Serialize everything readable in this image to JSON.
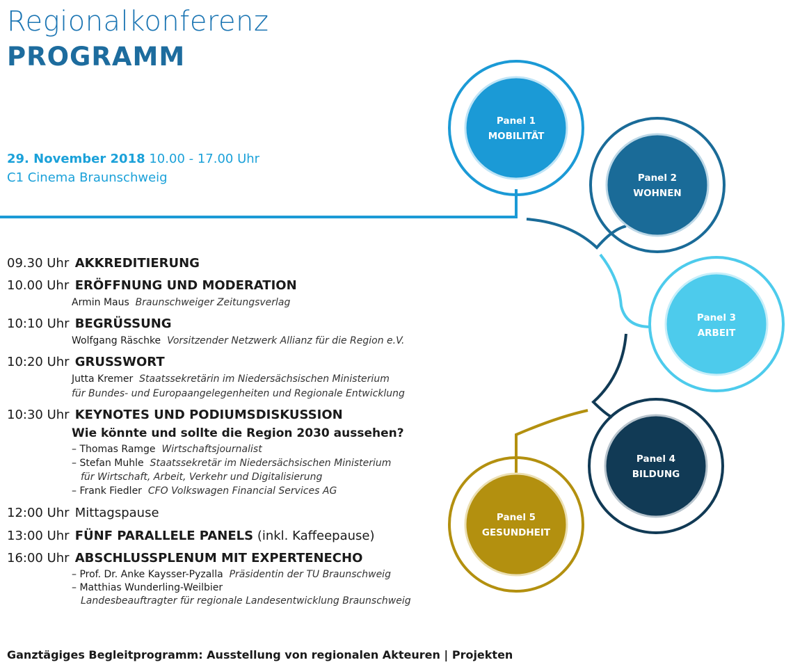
{
  "header": {
    "title": "Regionalkonferenz",
    "subtitle": "PROGRAMM",
    "date_bold": "29. November 2018",
    "time_range": "10.00 - 17.00 Uhr",
    "venue": "C1 Cinema Braunschweig"
  },
  "schedule": [
    {
      "time": "09.30 Uhr",
      "title": "AKKREDITIERUNG"
    },
    {
      "time": "10.00 Uhr",
      "title": "ERÖFFNUNG UND MODERATION",
      "people": [
        {
          "name": "Armin Maus",
          "role": "Braunschweiger Zeitungsverlag"
        }
      ]
    },
    {
      "time": "10:10 Uhr",
      "title": "BEGRÜSSUNG",
      "people": [
        {
          "name": "Wolfgang Räschke",
          "role": "Vorsitzender Netzwerk Allianz für die Region e.V."
        }
      ]
    },
    {
      "time": "10:20 Uhr",
      "title": "GRUSSWORT",
      "people": [
        {
          "name": "Jutta Kremer",
          "role": "Staatssekretärin im Niedersächsischen Ministerium",
          "role2": "für Bundes- und Europaangelegenheiten und Regionale Entwicklung"
        }
      ]
    },
    {
      "time": "10:30 Uhr",
      "title": "KEYNOTES UND PODIUMSDISKUSSION",
      "question": "Wie könnte und sollte die Region 2030 aussehen?",
      "people": [
        {
          "name": "– Thomas Ramge",
          "role": "Wirtschaftsjournalist"
        },
        {
          "name": "– Stefan Muhle",
          "role": "Staatssekretär im Niedersächsischen Ministerium",
          "role2": "für Wirtschaft, Arbeit, Verkehr und Digitalisierung"
        },
        {
          "name": "– Frank Fiedler",
          "role": "CFO Volkswagen Financial Services AG"
        }
      ]
    },
    {
      "time": "12:00 Uhr",
      "title": "Mittagspause"
    },
    {
      "time": "13:00 Uhr",
      "title": "FÜNF PARALLELE PANELS",
      "note": "(inkl. Kaffeepause)"
    },
    {
      "time": "16:00 Uhr",
      "title": "ABSCHLUSSPLENUM MIT EXPERTENECHO",
      "people": [
        {
          "name": "– Prof. Dr. Anke Kaysser-Pyzalla",
          "role": "Präsidentin der TU Braunschweig"
        },
        {
          "name": "– Matthias Wunderling-Weilbier",
          "role": "",
          "role2": "Landesbeauftragter für regionale Landesentwicklung Braunschweig"
        }
      ]
    }
  ],
  "panels": [
    {
      "label": "Panel 1",
      "topic": "MOBILITÄT",
      "color": "#1b9ad6"
    },
    {
      "label": "Panel 2",
      "topic": "WOHNEN",
      "color": "#1a6b98"
    },
    {
      "label": "Panel 3",
      "topic": "ARBEIT",
      "color": "#4dcbec"
    },
    {
      "label": "Panel 4",
      "topic": "BILDUNG",
      "color": "#113a55"
    },
    {
      "label": "Panel 5",
      "topic": "GESUNDHEIT",
      "color": "#b3900f"
    }
  ],
  "footer": "Ganztägiges Begleitprogramm: Ausstellung von regionalen Akteuren | Projekten"
}
